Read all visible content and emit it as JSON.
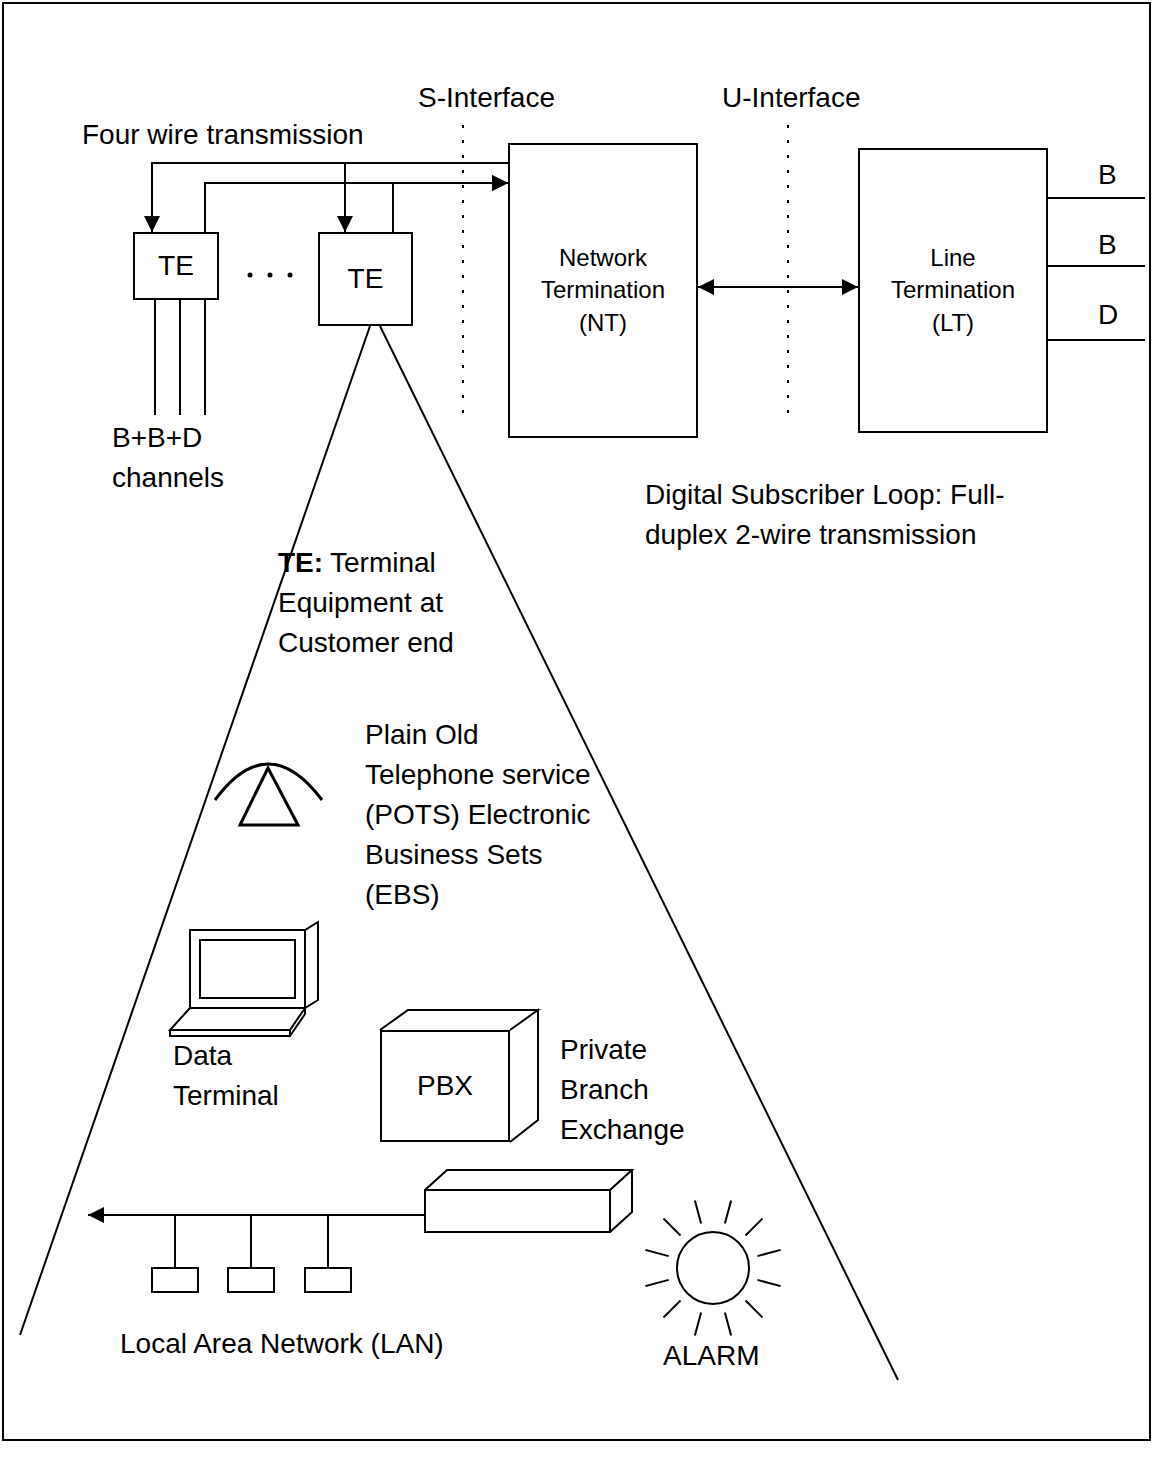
{
  "diagram": {
    "nodes": [
      {
        "text": [
          "TE"
        ]
      },
      {
        "text": [
          "TE"
        ]
      },
      {
        "text": [
          "Network Termination (NT)"
        ]
      },
      {
        "text": [
          "Line Termination (LT)"
        ]
      },
      {
        "text": [
          "PBX"
        ]
      }
    ],
    "edges": [
      {
        "from": 2,
        "to": 0,
        "arrow": "to"
      },
      {
        "from": 2,
        "to": 1,
        "arrow": "to"
      },
      {
        "from": 0,
        "to": 2,
        "arrow": "to"
      },
      {
        "from": 1,
        "to": 2,
        "arrow": "to"
      },
      {
        "from": 2,
        "to": 3,
        "arrow": "both"
      }
    ],
    "labels": [
      "S-Interface",
      "U-Interface",
      "Four wire transmission",
      "B",
      "B",
      "D",
      "B+B+D channels",
      "Digital Subscriber Loop: Full-duplex 2-wire transmission",
      "TE:",
      "Terminal Equipment at Customer end",
      "Plain Old Telephone service (POTS) Electronic Business Sets (EBS)",
      "Data Terminal",
      "Private Branch Exchange",
      "Local Area Network (LAN)",
      "ALARM"
    ]
  }
}
